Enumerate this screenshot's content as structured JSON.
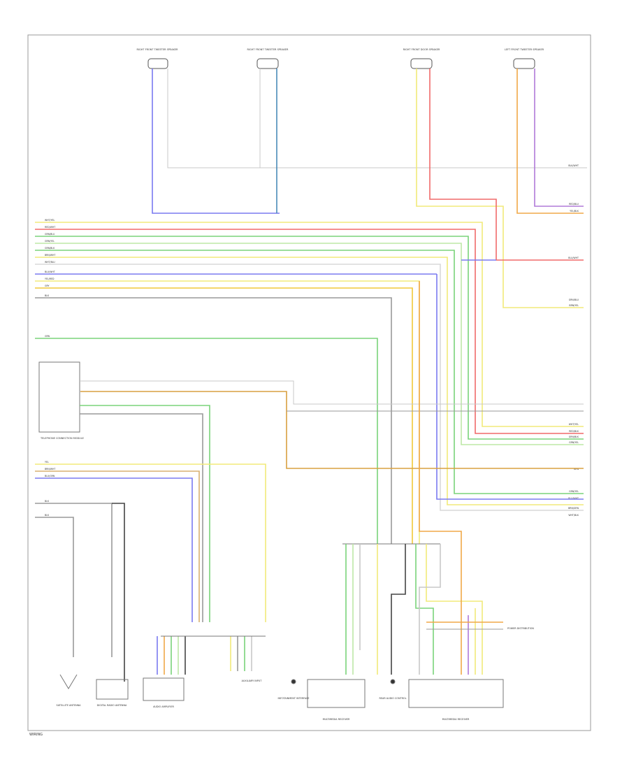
{
  "page_id": "WIRING",
  "colors": {
    "frame": "#9a9a9a",
    "yellow": "#f2ea7a",
    "pink_red": "#f06a6a",
    "green": "#7ad37a",
    "light_green": "#bde8a6",
    "blue": "#7a7af0",
    "light_blue": "#8ab8e8",
    "orange": "#f0a848",
    "gray": "#9a9a9a",
    "tan": "#d8b070",
    "violet": "#b07ad8",
    "black": "#333333"
  },
  "components": {
    "top_speakers": [
      {
        "label": "RIGHT FRONT TWEETER SPEAKER"
      },
      {
        "label": "RIGHT FRONT TWEETER SPEAKER"
      },
      {
        "label": "RIGHT FRONT DOOR SPEAKER"
      },
      {
        "label": "LEFT FRONT TWEETER SPEAKER"
      }
    ],
    "telephone_module": {
      "label": "TELEPHONE CONNECTION MODULE"
    },
    "lower": [
      {
        "label": "SATELLITE ANTENNA"
      },
      {
        "label": "DIGITAL RADIO ANTENNA"
      },
      {
        "label": "AUDIO AMPLIFIER"
      },
      {
        "label": "AUXILIARY INPUT"
      },
      {
        "label": "INFOTAINMENT INTERFACE"
      },
      {
        "label": "REAR AUDIO CONTROL"
      },
      {
        "label": "MULTIMEDIA RECEIVER"
      },
      {
        "label": "MULTIMEDIA RECEIVER"
      }
    ],
    "right_note": {
      "label": "POWER DISTRIBUTION"
    }
  },
  "wires": {
    "top_left_codes": [
      "WHT/YEL",
      "RED/WHT",
      "GRN/BLU",
      "GRN/YEL",
      "GRN/BLK",
      "BRN/WHT",
      "WHT/BLU",
      "BLU/WHT",
      "YEL/RED",
      "GRY",
      "BLK"
    ],
    "right_codes": [
      "BLK/WHT",
      "RED/BLU",
      "YEL/BLK",
      "BLU/WHT",
      "GRN/BLU",
      "BRN/YEL",
      "WHT/YEL",
      "RED/BLK",
      "GRN/BLK",
      "GRN/YEL",
      "BRN",
      "GRN/YEL",
      "BLU/WHT",
      "BRN/GRN",
      "WHT/BLK"
    ],
    "left_mid_codes": [
      "GRN",
      "YEL",
      "BRN/WHT",
      "BLU/GRN",
      "BLK",
      "BLK"
    ]
  }
}
